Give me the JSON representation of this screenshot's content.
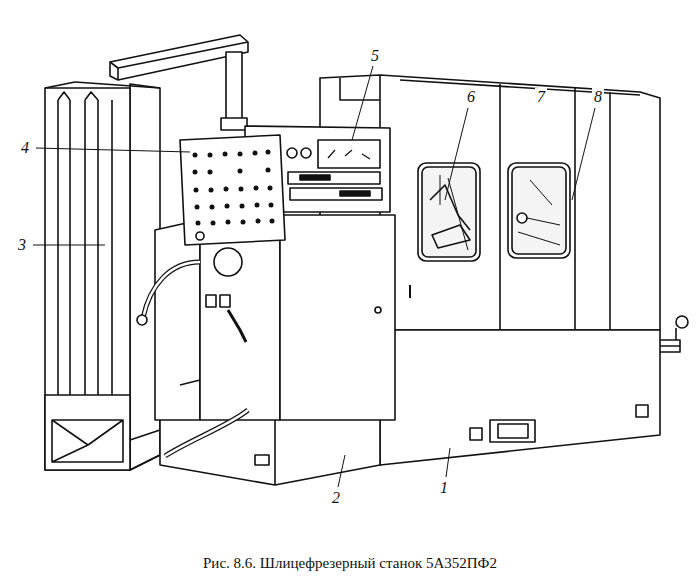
{
  "diagram": {
    "caption": "Рис. 8.6. Шлицефрезерный станок 5А352ПФ2",
    "labels": [
      "5",
      "6",
      "7",
      "8",
      "4",
      "3",
      "2",
      "1"
    ]
  }
}
